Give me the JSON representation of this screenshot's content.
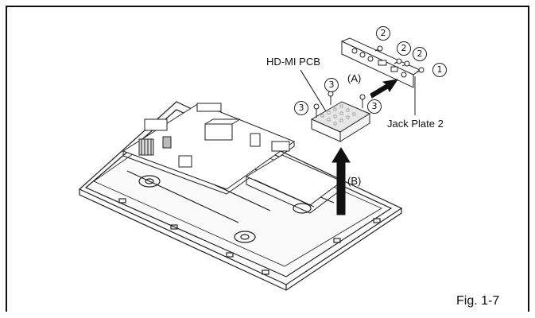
{
  "labels": {
    "hdmi_pcb": "HD-MI PCB",
    "jack_plate": "Jack Plate 2",
    "arrow_a": "(A)",
    "arrow_b": "(B)",
    "figure": "Fig. 1-7"
  },
  "callouts": {
    "screw_1": "1",
    "screw_2": "2",
    "screw_3": "3"
  },
  "colors": {
    "line": "#111111",
    "arrow": "#111111",
    "background": "#ffffff"
  }
}
